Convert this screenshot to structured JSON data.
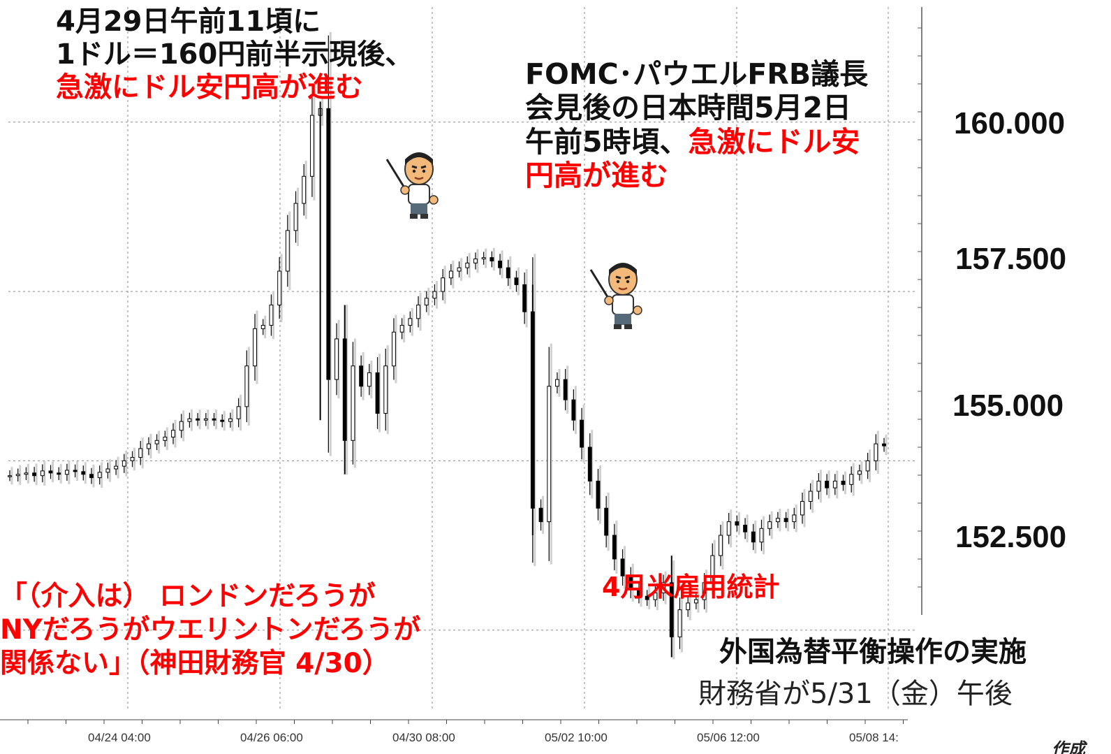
{
  "colors": {
    "red": "#ff0000",
    "text": "#111111",
    "candle": "#000000",
    "wick_light": "#cfcfcf",
    "grid": "#8a8a8a"
  },
  "annotations": {
    "top_left": {
      "line1": "4月29日午前11頃に",
      "line2": "1ドル＝160円前半示現後、",
      "line3_red": "急激にドル安円高が進む"
    },
    "fomc": {
      "line1": "FOMC･パウエルFRB議長",
      "line2": "会見後の日本時間5月2日",
      "line3_black": "午前5時頃、",
      "line3_red": "急激にドル安",
      "line4_red": "円高が進む"
    },
    "jobs_red": "4月米雇用統計",
    "kanda": {
      "line1": "「（介入は） ロンドンだろうが",
      "line2": "NYだろうがウエリントンだろうが",
      "line3": "関係ない」（神田財務官 4/30）"
    },
    "intervention_bold": "外国為替平衡操作の実施",
    "intervention_sub": "財務省が5/31（金）午後",
    "author": "作成"
  },
  "icons": {
    "teacher1": "teacher-pointer-icon",
    "teacher2": "teacher-pointer-icon"
  },
  "chart_data": {
    "type": "candlestick",
    "title": "",
    "xlabel": "",
    "ylabel": "",
    "x_ticks": [
      "04/24 04:00",
      "04/26 06:00",
      "04/30 08:00",
      "05/02 10:00",
      "05/06 12:00",
      "05/08 14:"
    ],
    "y_ticks": [
      "160.000",
      "157.500",
      "155.000",
      "152.500"
    ],
    "y_tick_values": [
      160.0,
      157.5,
      155.0,
      152.5
    ],
    "ylim": [
      151.3,
      161.7
    ],
    "grid": true,
    "series": [
      {
        "x": 0,
        "y": 154.78
      },
      {
        "x": 1,
        "y": 154.8
      },
      {
        "x": 2,
        "y": 154.82
      },
      {
        "x": 3,
        "y": 154.78
      },
      {
        "x": 4,
        "y": 154.85
      },
      {
        "x": 5,
        "y": 154.82
      },
      {
        "x": 6,
        "y": 154.8
      },
      {
        "x": 7,
        "y": 154.86
      },
      {
        "x": 8,
        "y": 154.84
      },
      {
        "x": 9,
        "y": 154.8
      },
      {
        "x": 10,
        "y": 154.75
      },
      {
        "x": 11,
        "y": 154.83
      },
      {
        "x": 12,
        "y": 154.88
      },
      {
        "x": 13,
        "y": 154.92
      },
      {
        "x": 14,
        "y": 155.0
      },
      {
        "x": 15,
        "y": 155.05
      },
      {
        "x": 16,
        "y": 155.18
      },
      {
        "x": 17,
        "y": 155.25
      },
      {
        "x": 18,
        "y": 155.3
      },
      {
        "x": 19,
        "y": 155.35
      },
      {
        "x": 20,
        "y": 155.45
      },
      {
        "x": 21,
        "y": 155.58
      },
      {
        "x": 22,
        "y": 155.62
      },
      {
        "x": 23,
        "y": 155.6
      },
      {
        "x": 24,
        "y": 155.62
      },
      {
        "x": 25,
        "y": 155.6
      },
      {
        "x": 26,
        "y": 155.58
      },
      {
        "x": 27,
        "y": 155.62
      },
      {
        "x": 28,
        "y": 155.8
      },
      {
        "x": 29,
        "y": 156.4
      },
      {
        "x": 30,
        "y": 156.95
      },
      {
        "x": 31,
        "y": 157.0
      },
      {
        "x": 32,
        "y": 157.3
      },
      {
        "x": 33,
        "y": 157.8
      },
      {
        "x": 34,
        "y": 158.4
      },
      {
        "x": 35,
        "y": 158.8
      },
      {
        "x": 36,
        "y": 159.2
      },
      {
        "x": 37,
        "y": 160.1
      },
      {
        "x": 38,
        "y": 160.2
      },
      {
        "x": 39,
        "y": 156.2
      },
      {
        "x": 40,
        "y": 156.8
      },
      {
        "x": 41,
        "y": 155.3
      },
      {
        "x": 42,
        "y": 156.4
      },
      {
        "x": 43,
        "y": 156.1
      },
      {
        "x": 44,
        "y": 156.3
      },
      {
        "x": 45,
        "y": 155.7
      },
      {
        "x": 46,
        "y": 156.4
      },
      {
        "x": 47,
        "y": 156.9
      },
      {
        "x": 48,
        "y": 157.0
      },
      {
        "x": 49,
        "y": 157.1
      },
      {
        "x": 50,
        "y": 157.3
      },
      {
        "x": 51,
        "y": 157.4
      },
      {
        "x": 52,
        "y": 157.5
      },
      {
        "x": 53,
        "y": 157.7
      },
      {
        "x": 54,
        "y": 157.8
      },
      {
        "x": 55,
        "y": 157.85
      },
      {
        "x": 56,
        "y": 157.92
      },
      {
        "x": 57,
        "y": 157.98
      },
      {
        "x": 58,
        "y": 158.0
      },
      {
        "x": 59,
        "y": 157.95
      },
      {
        "x": 60,
        "y": 157.85
      },
      {
        "x": 61,
        "y": 157.7
      },
      {
        "x": 62,
        "y": 157.6
      },
      {
        "x": 63,
        "y": 157.2
      },
      {
        "x": 64,
        "y": 154.3
      },
      {
        "x": 65,
        "y": 154.1
      },
      {
        "x": 66,
        "y": 156.1
      },
      {
        "x": 67,
        "y": 156.2
      },
      {
        "x": 68,
        "y": 155.9
      },
      {
        "x": 69,
        "y": 155.6
      },
      {
        "x": 70,
        "y": 155.2
      },
      {
        "x": 71,
        "y": 154.7
      },
      {
        "x": 72,
        "y": 154.3
      },
      {
        "x": 73,
        "y": 153.9
      },
      {
        "x": 74,
        "y": 153.55
      },
      {
        "x": 75,
        "y": 153.3
      },
      {
        "x": 76,
        "y": 153.1
      },
      {
        "x": 77,
        "y": 153.0
      },
      {
        "x": 78,
        "y": 152.95
      },
      {
        "x": 79,
        "y": 153.05
      },
      {
        "x": 80,
        "y": 153.2
      },
      {
        "x": 81,
        "y": 152.4
      },
      {
        "x": 82,
        "y": 152.8
      },
      {
        "x": 83,
        "y": 152.9
      },
      {
        "x": 84,
        "y": 152.95
      },
      {
        "x": 85,
        "y": 153.2
      },
      {
        "x": 86,
        "y": 153.6
      },
      {
        "x": 87,
        "y": 153.9
      },
      {
        "x": 88,
        "y": 154.1
      },
      {
        "x": 89,
        "y": 154.05
      },
      {
        "x": 90,
        "y": 153.95
      },
      {
        "x": 91,
        "y": 153.8
      },
      {
        "x": 92,
        "y": 154.0
      },
      {
        "x": 93,
        "y": 154.1
      },
      {
        "x": 94,
        "y": 154.15
      },
      {
        "x": 95,
        "y": 154.1
      },
      {
        "x": 96,
        "y": 154.2
      },
      {
        "x": 97,
        "y": 154.4
      },
      {
        "x": 98,
        "y": 154.55
      },
      {
        "x": 99,
        "y": 154.7
      },
      {
        "x": 100,
        "y": 154.6
      },
      {
        "x": 101,
        "y": 154.7
      },
      {
        "x": 102,
        "y": 154.65
      },
      {
        "x": 103,
        "y": 154.8
      },
      {
        "x": 104,
        "y": 154.85
      },
      {
        "x": 105,
        "y": 155.0
      },
      {
        "x": 106,
        "y": 155.25
      },
      {
        "x": 107,
        "y": 155.22
      }
    ]
  }
}
